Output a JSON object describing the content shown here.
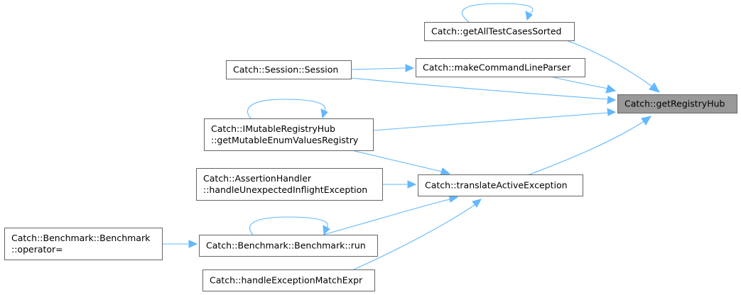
{
  "diagram": {
    "nodes": [
      {
        "id": "registry",
        "lines": [
          "Catch::getRegistryHub"
        ],
        "highlight": true
      },
      {
        "id": "sorted",
        "lines": [
          "Catch::getAllTestCasesSorted"
        ]
      },
      {
        "id": "parser",
        "lines": [
          "Catch::makeCommandLineParser"
        ]
      },
      {
        "id": "session",
        "lines": [
          "Catch::Session::Session"
        ]
      },
      {
        "id": "mutable",
        "lines": [
          "Catch::IMutableRegistryHub",
          "::getMutableEnumValuesRegistry"
        ]
      },
      {
        "id": "translate",
        "lines": [
          "Catch::translateActiveException"
        ]
      },
      {
        "id": "assertion",
        "lines": [
          "Catch::AssertionHandler",
          "::handleUnexpectedInflightException"
        ]
      },
      {
        "id": "run",
        "lines": [
          "Catch::Benchmark::Benchmark::run"
        ]
      },
      {
        "id": "operator",
        "lines": [
          "Catch::Benchmark::Benchmark",
          "::operator="
        ]
      },
      {
        "id": "matchexpr",
        "lines": [
          "Catch::handleExceptionMatchExpr"
        ]
      }
    ],
    "edges": [
      {
        "from": "sorted",
        "to": "registry"
      },
      {
        "from": "parser",
        "to": "registry"
      },
      {
        "from": "session",
        "to": "registry"
      },
      {
        "from": "mutable",
        "to": "registry"
      },
      {
        "from": "translate",
        "to": "registry"
      },
      {
        "from": "session",
        "to": "parser"
      },
      {
        "from": "mutable",
        "to": "translate"
      },
      {
        "from": "assertion",
        "to": "translate"
      },
      {
        "from": "run",
        "to": "translate"
      },
      {
        "from": "matchexpr",
        "to": "translate"
      },
      {
        "from": "operator",
        "to": "run"
      },
      {
        "from": "sorted",
        "to": "sorted"
      },
      {
        "from": "mutable",
        "to": "mutable"
      },
      {
        "from": "run",
        "to": "run"
      }
    ]
  }
}
